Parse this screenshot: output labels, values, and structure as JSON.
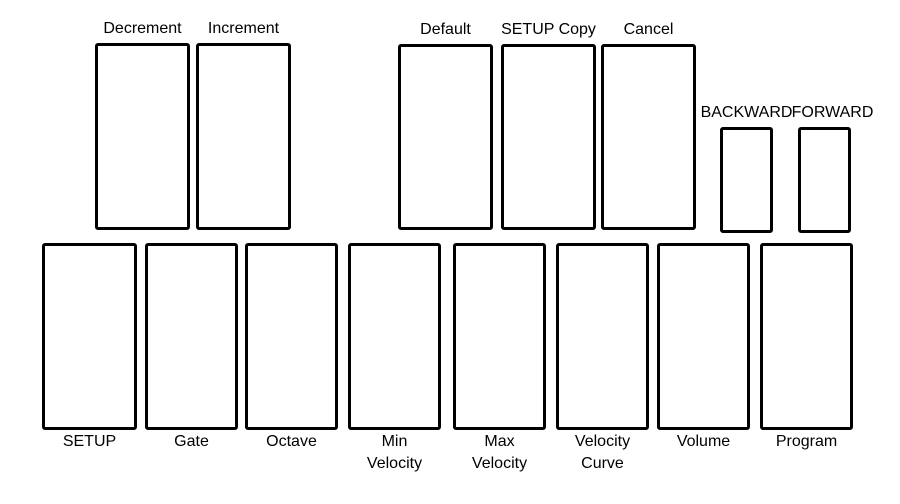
{
  "page": {
    "background": "#ffffff",
    "outline_color": "#000000",
    "text_color": "#000000"
  },
  "buttons": {
    "decrement": {
      "label": "Decrement",
      "label_position": "above"
    },
    "increment": {
      "label": "Increment",
      "label_position": "above"
    },
    "default": {
      "label": "Default",
      "label_position": "above"
    },
    "setup_copy": {
      "label": "SETUP Copy",
      "label_position": "above"
    },
    "cancel": {
      "label": "Cancel",
      "label_position": "above"
    },
    "backward": {
      "label": "BACKWARD",
      "label_position": "above"
    },
    "forward": {
      "label": "FORWARD",
      "label_position": "above"
    },
    "setup": {
      "label": "SETUP",
      "label_position": "below"
    },
    "gate": {
      "label": "Gate",
      "label_position": "below"
    },
    "octave": {
      "label": "Octave",
      "label_position": "below"
    },
    "min_velocity": {
      "label": "Min\nVelocity",
      "label_position": "below"
    },
    "max_velocity": {
      "label": "Max\nVelocity",
      "label_position": "below"
    },
    "velocity_curve": {
      "label": "Velocity\nCurve",
      "label_position": "below"
    },
    "volume": {
      "label": "Volume",
      "label_position": "below"
    },
    "program": {
      "label": "Program",
      "label_position": "below"
    }
  }
}
